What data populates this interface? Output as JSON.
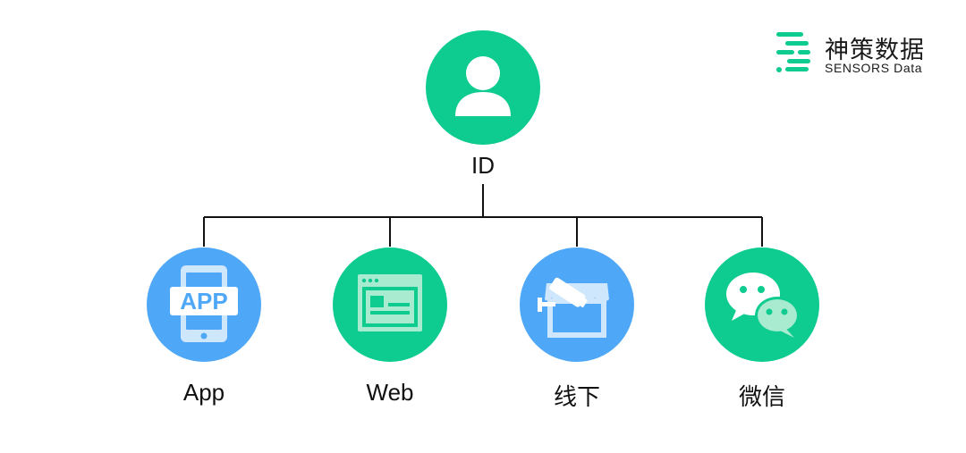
{
  "brand": {
    "name_cn": "神策数据",
    "name_en": "SENSORS Data",
    "logo_icon": "sensors-data-logo-icon"
  },
  "colors": {
    "green": "#0ecb8f",
    "blue": "#4fa8f7",
    "line": "#111111",
    "icon_light_green": "#a8ebd1",
    "icon_light_blue": "#cfe7fd"
  },
  "root": {
    "label": "ID",
    "icon": "user-icon"
  },
  "channels": [
    {
      "label": "App",
      "icon": "app-phone-icon",
      "icon_text": "APP",
      "color": "blue"
    },
    {
      "label": "Web",
      "icon": "web-browser-icon",
      "color": "green"
    },
    {
      "label": "线下",
      "icon": "offline-store-icon",
      "color": "blue"
    },
    {
      "label": "微信",
      "icon": "wechat-icon",
      "color": "green"
    }
  ]
}
